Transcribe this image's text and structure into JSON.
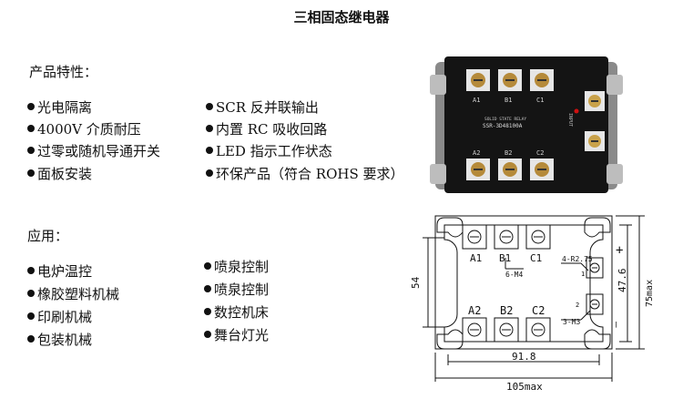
{
  "title": "三相固态继电器",
  "features": {
    "heading": "产品特性：",
    "col1": [
      "光电隔离",
      "4000V 介质耐压",
      "过零或随机导通开关",
      "面板安装"
    ],
    "col2": [
      "SCR 反并联输出",
      "内置 RC 吸收回路",
      "LED 指示工作状态",
      "环保产品（符合 ROHS 要求）"
    ]
  },
  "applications": {
    "heading": "应用：",
    "col1": [
      "电炉温控",
      "橡胶塑料机械",
      "印刷机械",
      "包装机械"
    ],
    "col2": [
      "喷泉控制",
      "喷泉控制",
      "数控机床",
      "舞台灯光"
    ]
  },
  "photo": {
    "top_terminals": [
      "A1",
      "B1",
      "C1"
    ],
    "bottom_terminals": [
      "A2",
      "B2",
      "C2"
    ],
    "brand": "SOLID STATE RELAY",
    "model": "SSR-3D48100A",
    "input_label": "INPUT",
    "led_color": "#d01010",
    "body_color": "#141414"
  },
  "drawing": {
    "top_labels": [
      "A1",
      "B1",
      "C1"
    ],
    "bottom_labels": [
      "A2",
      "B2",
      "C2"
    ],
    "hole_note": "6-M4",
    "radius_note": "4-R2.75",
    "screw_note": "3-M3",
    "pin1": "1",
    "pin2": "2",
    "plus": "+",
    "minus": "—",
    "dim_height": "54",
    "dim_inner": "47.6",
    "dim_max_height": "75max",
    "dim_width": "91.8",
    "dim_max_width": "105max"
  }
}
